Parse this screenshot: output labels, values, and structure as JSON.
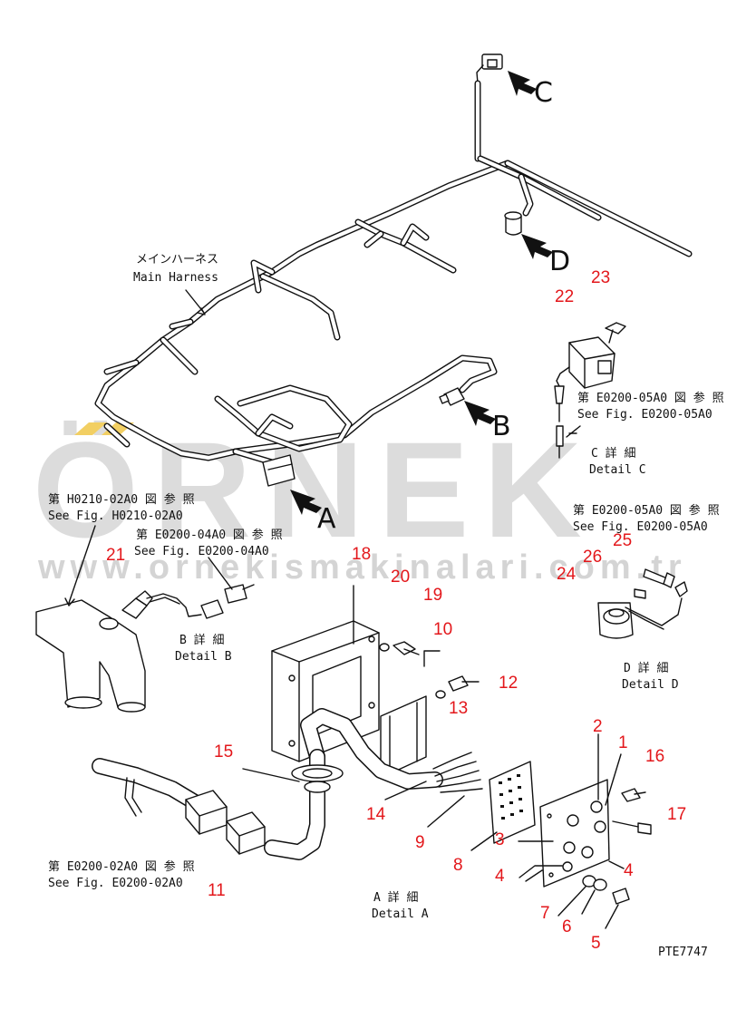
{
  "harness": {
    "name_jp": "メインハーネス",
    "name_en": "Main Harness"
  },
  "views": {
    "a": "A",
    "b": "B",
    "c": "C",
    "d": "D"
  },
  "details": {
    "a_jp": "A 詳 細",
    "a_en": "Detail A",
    "b_jp": "B 詳 細",
    "b_en": "Detail B",
    "c_jp": "C 詳 細",
    "c_en": "Detail C",
    "d_jp": "D 詳 細",
    "d_en": "Detail D"
  },
  "references": {
    "h0210_jp": "第 H0210-02A0 図 参 照",
    "h0210_en": "See Fig. H0210-02A0",
    "e0200_04_jp": "第 E0200-04A0 図 参 照",
    "e0200_04_en": "See Fig. E0200-04A0",
    "e0200_05_c_jp": "第 E0200-05A0 図 参 照",
    "e0200_05_c_en": "See Fig. E0200-05A0",
    "e0200_05_d_jp": "第 E0200-05A0 図 参 照",
    "e0200_05_d_en": "See Fig. E0200-05A0",
    "e0200_02_jp": "第 E0200-02A0 図 参 照",
    "e0200_02_en": "See Fig. E0200-02A0"
  },
  "part_numbers": [
    "1",
    "2",
    "3",
    "4",
    "4",
    "5",
    "6",
    "7",
    "8",
    "9",
    "10",
    "11",
    "12",
    "13",
    "14",
    "15",
    "16",
    "17",
    "18",
    "19",
    "20",
    "21",
    "22",
    "23",
    "24",
    "25",
    "26"
  ],
  "drawing_code": "PTE7747",
  "watermark": {
    "brand": "ÖRNEK",
    "url": "www.ornekismakinalari.com.tr"
  },
  "colors": {
    "part_number": "#e3171b",
    "watermark_gray": "#d9d9d9",
    "watermark_gold": "#f2cf63"
  }
}
